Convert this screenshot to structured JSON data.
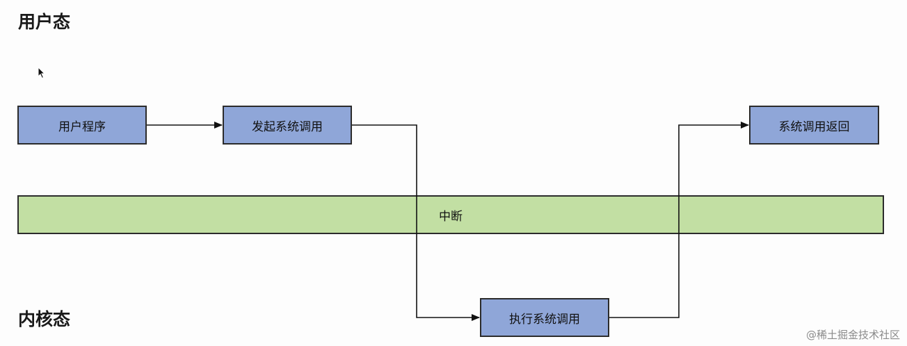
{
  "labels": {
    "user_mode": "用户态",
    "kernel_mode": "内核态"
  },
  "nodes": {
    "user_program": "用户程序",
    "initiate_syscall": "发起系统调用",
    "syscall_return": "系统调用返回",
    "interrupt": "中断",
    "execute_syscall": "执行系统调用"
  },
  "watermark": "@稀土掘金技术社区",
  "colors": {
    "box_fill": "#8fa6d8",
    "band_fill": "#c2dfa3",
    "stroke": "#2b2b2b"
  }
}
